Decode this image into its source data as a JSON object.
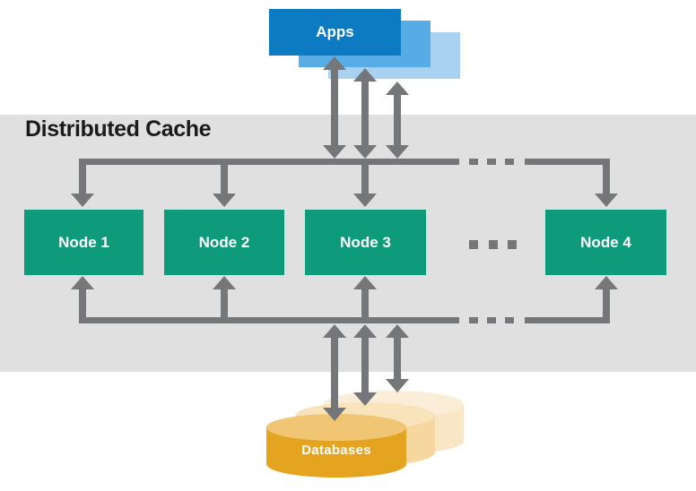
{
  "apps": {
    "label": "Apps"
  },
  "cache": {
    "title": "Distributed Cache",
    "nodes": [
      {
        "label": "Node 1"
      },
      {
        "label": "Node 2"
      },
      {
        "label": "Node 3"
      },
      {
        "label": "Node 4"
      }
    ]
  },
  "databases": {
    "label": "Databases"
  },
  "colors": {
    "app_front": "#0c7bc2",
    "app_mid": "#57ace5",
    "app_back": "#a9d2f2",
    "node": "#0e9b7b",
    "band": "#e0e0e1",
    "arrow": "#74767a",
    "title": "#1a1a1a",
    "db_front": "#e5a41f",
    "db_front_top": "#f0c674",
    "db_mid": "#f5d79f",
    "db_mid_top": "#f9e3ba",
    "db_back": "#f8e6c4",
    "db_back_top": "#fbeed8"
  }
}
